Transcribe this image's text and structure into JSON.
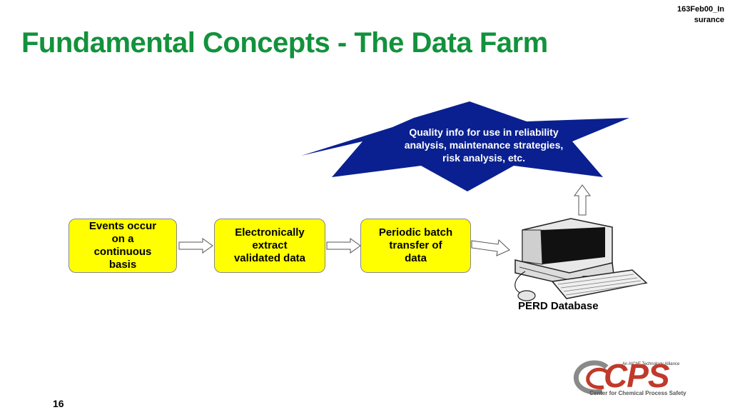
{
  "header": {
    "code": "163Feb00_Insurance",
    "title": "Fundamental Concepts - The Data Farm"
  },
  "flow": {
    "boxes": [
      {
        "lines": [
          "Events occur",
          "on a",
          "continuous",
          "basis"
        ]
      },
      {
        "lines": [
          "Electronically",
          "extract",
          "validated data"
        ]
      },
      {
        "lines": [
          "Periodic batch",
          "transfer of",
          "data"
        ]
      }
    ]
  },
  "star": {
    "lines": [
      "Quality info for use in  reliability",
      "analysis,  maintenance strategies,",
      "risk analysis, etc."
    ],
    "fill_color": "#0a2090"
  },
  "database": {
    "label": "PERD Database",
    "icon": "computer-workstation-icon"
  },
  "footer": {
    "page_number": "16",
    "logo": {
      "tagline": "An AIChE Technology Alliance",
      "name": "CPS",
      "subtitle": "Center for Chemical Process Safety"
    }
  },
  "colors": {
    "title": "#12923c",
    "box_fill": "#ffff00",
    "logo_red": "#c0392b"
  }
}
